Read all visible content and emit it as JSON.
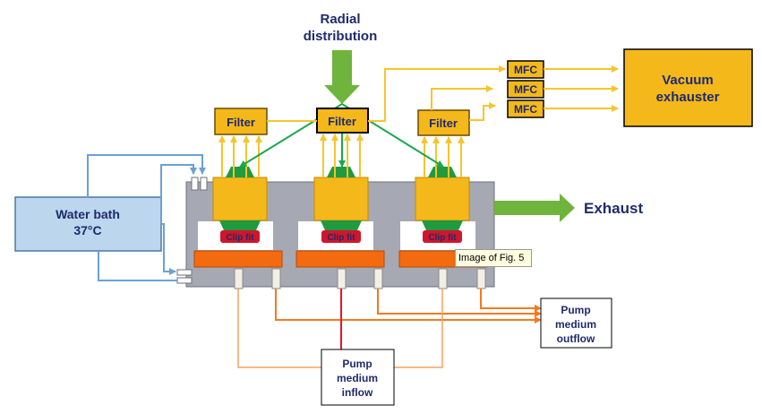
{
  "labels": {
    "radial_line1": "Radial",
    "radial_line2": "distribution",
    "filter_left": "Filter",
    "filter_center": "Filter",
    "filter_right": "Filter",
    "mfc_1": "MFC",
    "mfc_2": "MFC",
    "mfc_3": "MFC",
    "vacuum_line1": "Vacuum",
    "vacuum_line2": "exhauster",
    "exhaust": "Exhaust",
    "water_bath_line1": "Water bath",
    "water_bath_line2": "37°C",
    "clip_fit_1": "Clip fit",
    "clip_fit_2": "Clip fit",
    "clip_fit_3": "Clip fit",
    "pump_out_line1": "Pump",
    "pump_out_line2": "medium",
    "pump_out_line3": "outflow",
    "pump_in_line1": "Pump",
    "pump_in_line2": "medium",
    "pump_in_line3": "inflow"
  },
  "tooltip": {
    "text": "Image of Fig. 5"
  },
  "colors": {
    "filter_fill": "#f4b81a",
    "air_line": "#f7c52b",
    "radial_green": "#1aa84c",
    "arrow_green": "#6fb43c",
    "chamber_gray": "#a6a9b3",
    "water_blue": "#6aa1d5",
    "water_box": "#bcd6ee",
    "medium_orange": "#f47a20",
    "heater_orange": "#f46a0e",
    "inflow_red": "#e8152a",
    "clip_red": "#d0162a",
    "text_navy": "#1f2a6e"
  }
}
